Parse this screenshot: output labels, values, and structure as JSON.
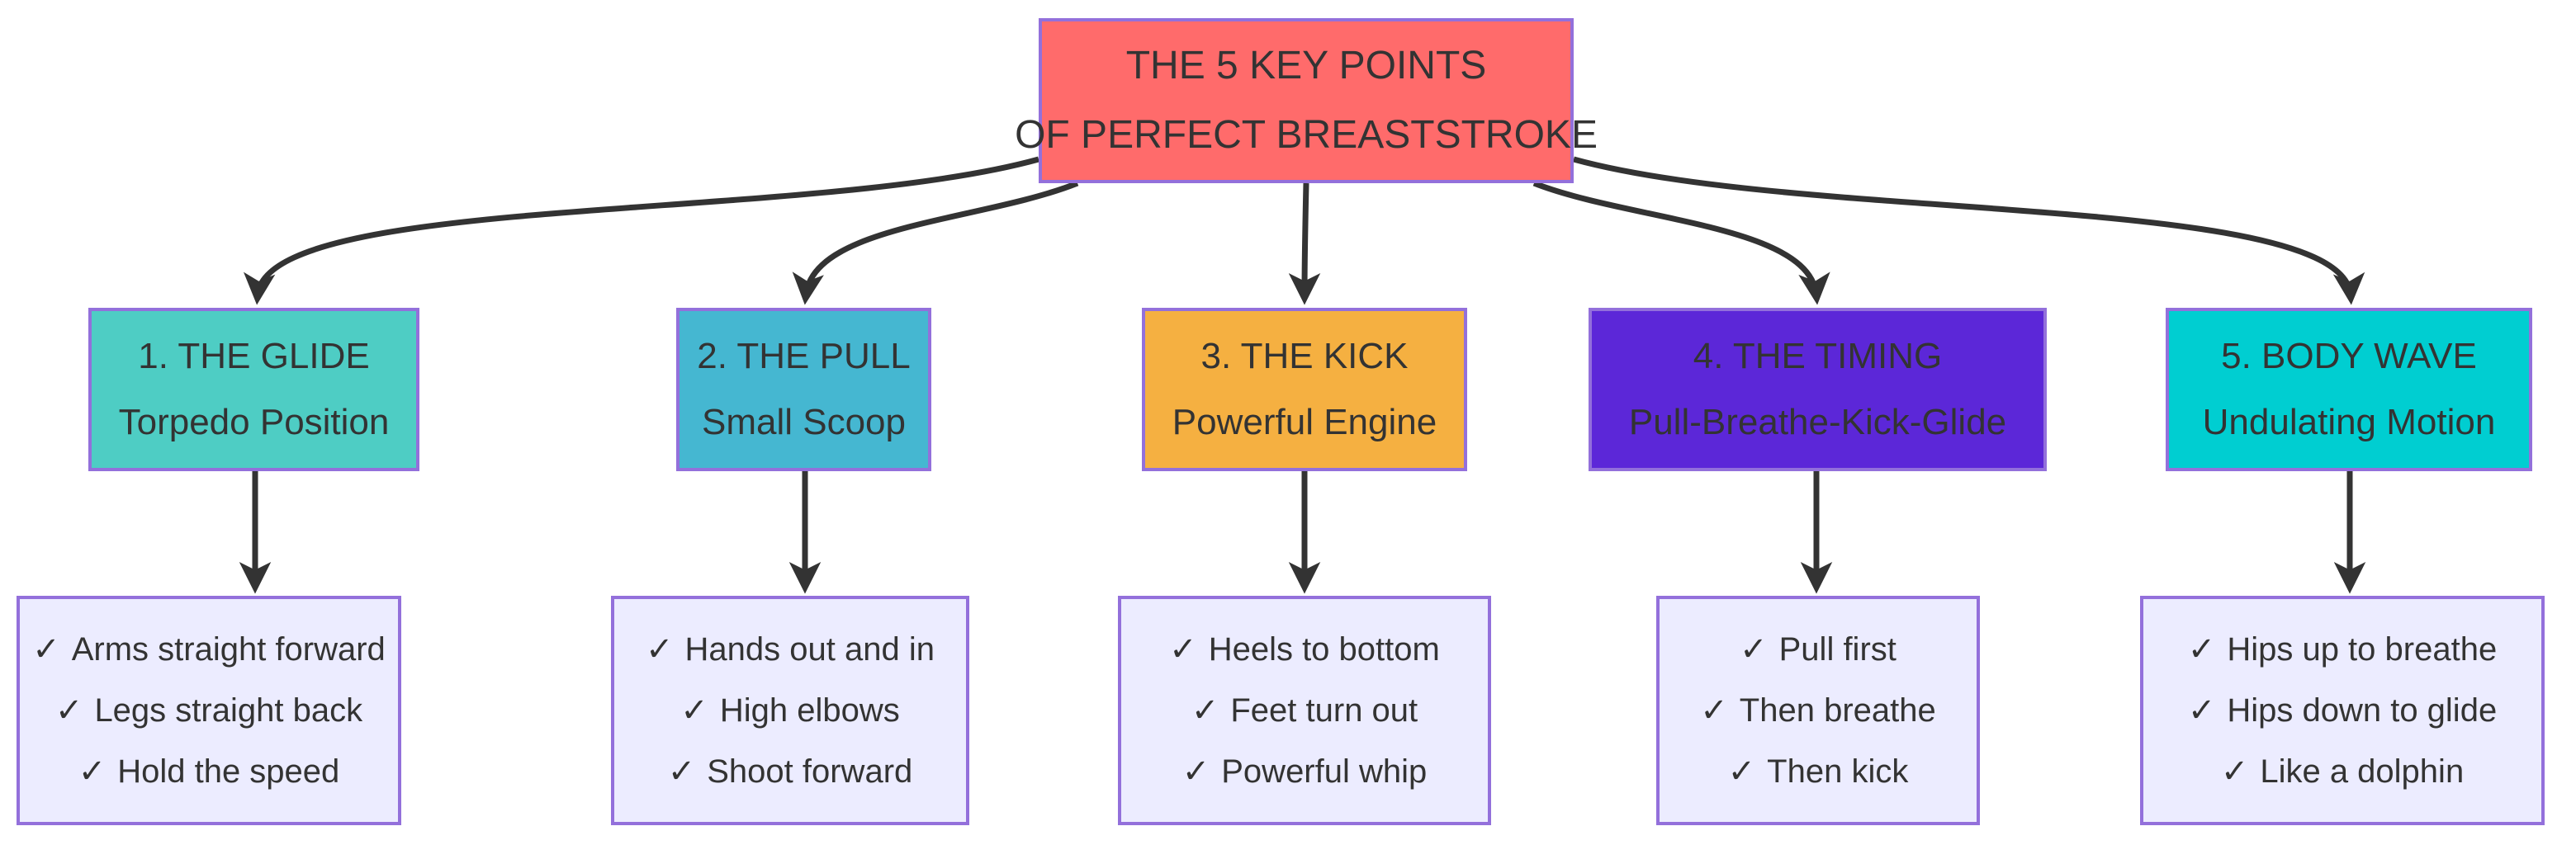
{
  "diagram": {
    "background": "#ffffff",
    "edge_color": "#333333",
    "check_icon": "✓",
    "root": {
      "line1": "THE 5 KEY POINTS",
      "line2": "OF PERFECT BREASTSTROKE",
      "fill": "#FF6B6B",
      "border": "#9370DB",
      "text_color": "#333333"
    },
    "detail_style": {
      "fill": "#ECECFF",
      "border": "#9370DB"
    },
    "key_points": [
      {
        "title": "1. THE GLIDE",
        "subtitle": "Torpedo Position",
        "fill": "#4ECDC4",
        "checks": [
          "Arms straight forward",
          "Legs straight back",
          "Hold the speed"
        ]
      },
      {
        "title": "2. THE PULL",
        "subtitle": "Small Scoop",
        "fill": "#45B7D1",
        "checks": [
          "Hands out and in",
          "High elbows",
          "Shoot forward"
        ]
      },
      {
        "title": "3. THE KICK",
        "subtitle": "Powerful Engine",
        "fill": "#F5B041",
        "checks": [
          "Heels to bottom",
          "Feet turn out",
          "Powerful whip"
        ]
      },
      {
        "title": "4. THE TIMING",
        "subtitle": "Pull-Breathe-Kick-Glide",
        "fill": "#5C27D8",
        "checks": [
          "Pull first",
          "Then breathe",
          "Then kick"
        ]
      },
      {
        "title": "5. BODY WAVE",
        "subtitle": "Undulating Motion",
        "fill": "#00CED1",
        "checks": [
          "Hips up to breathe",
          "Hips down to glide",
          "Like a dolphin"
        ]
      }
    ]
  }
}
